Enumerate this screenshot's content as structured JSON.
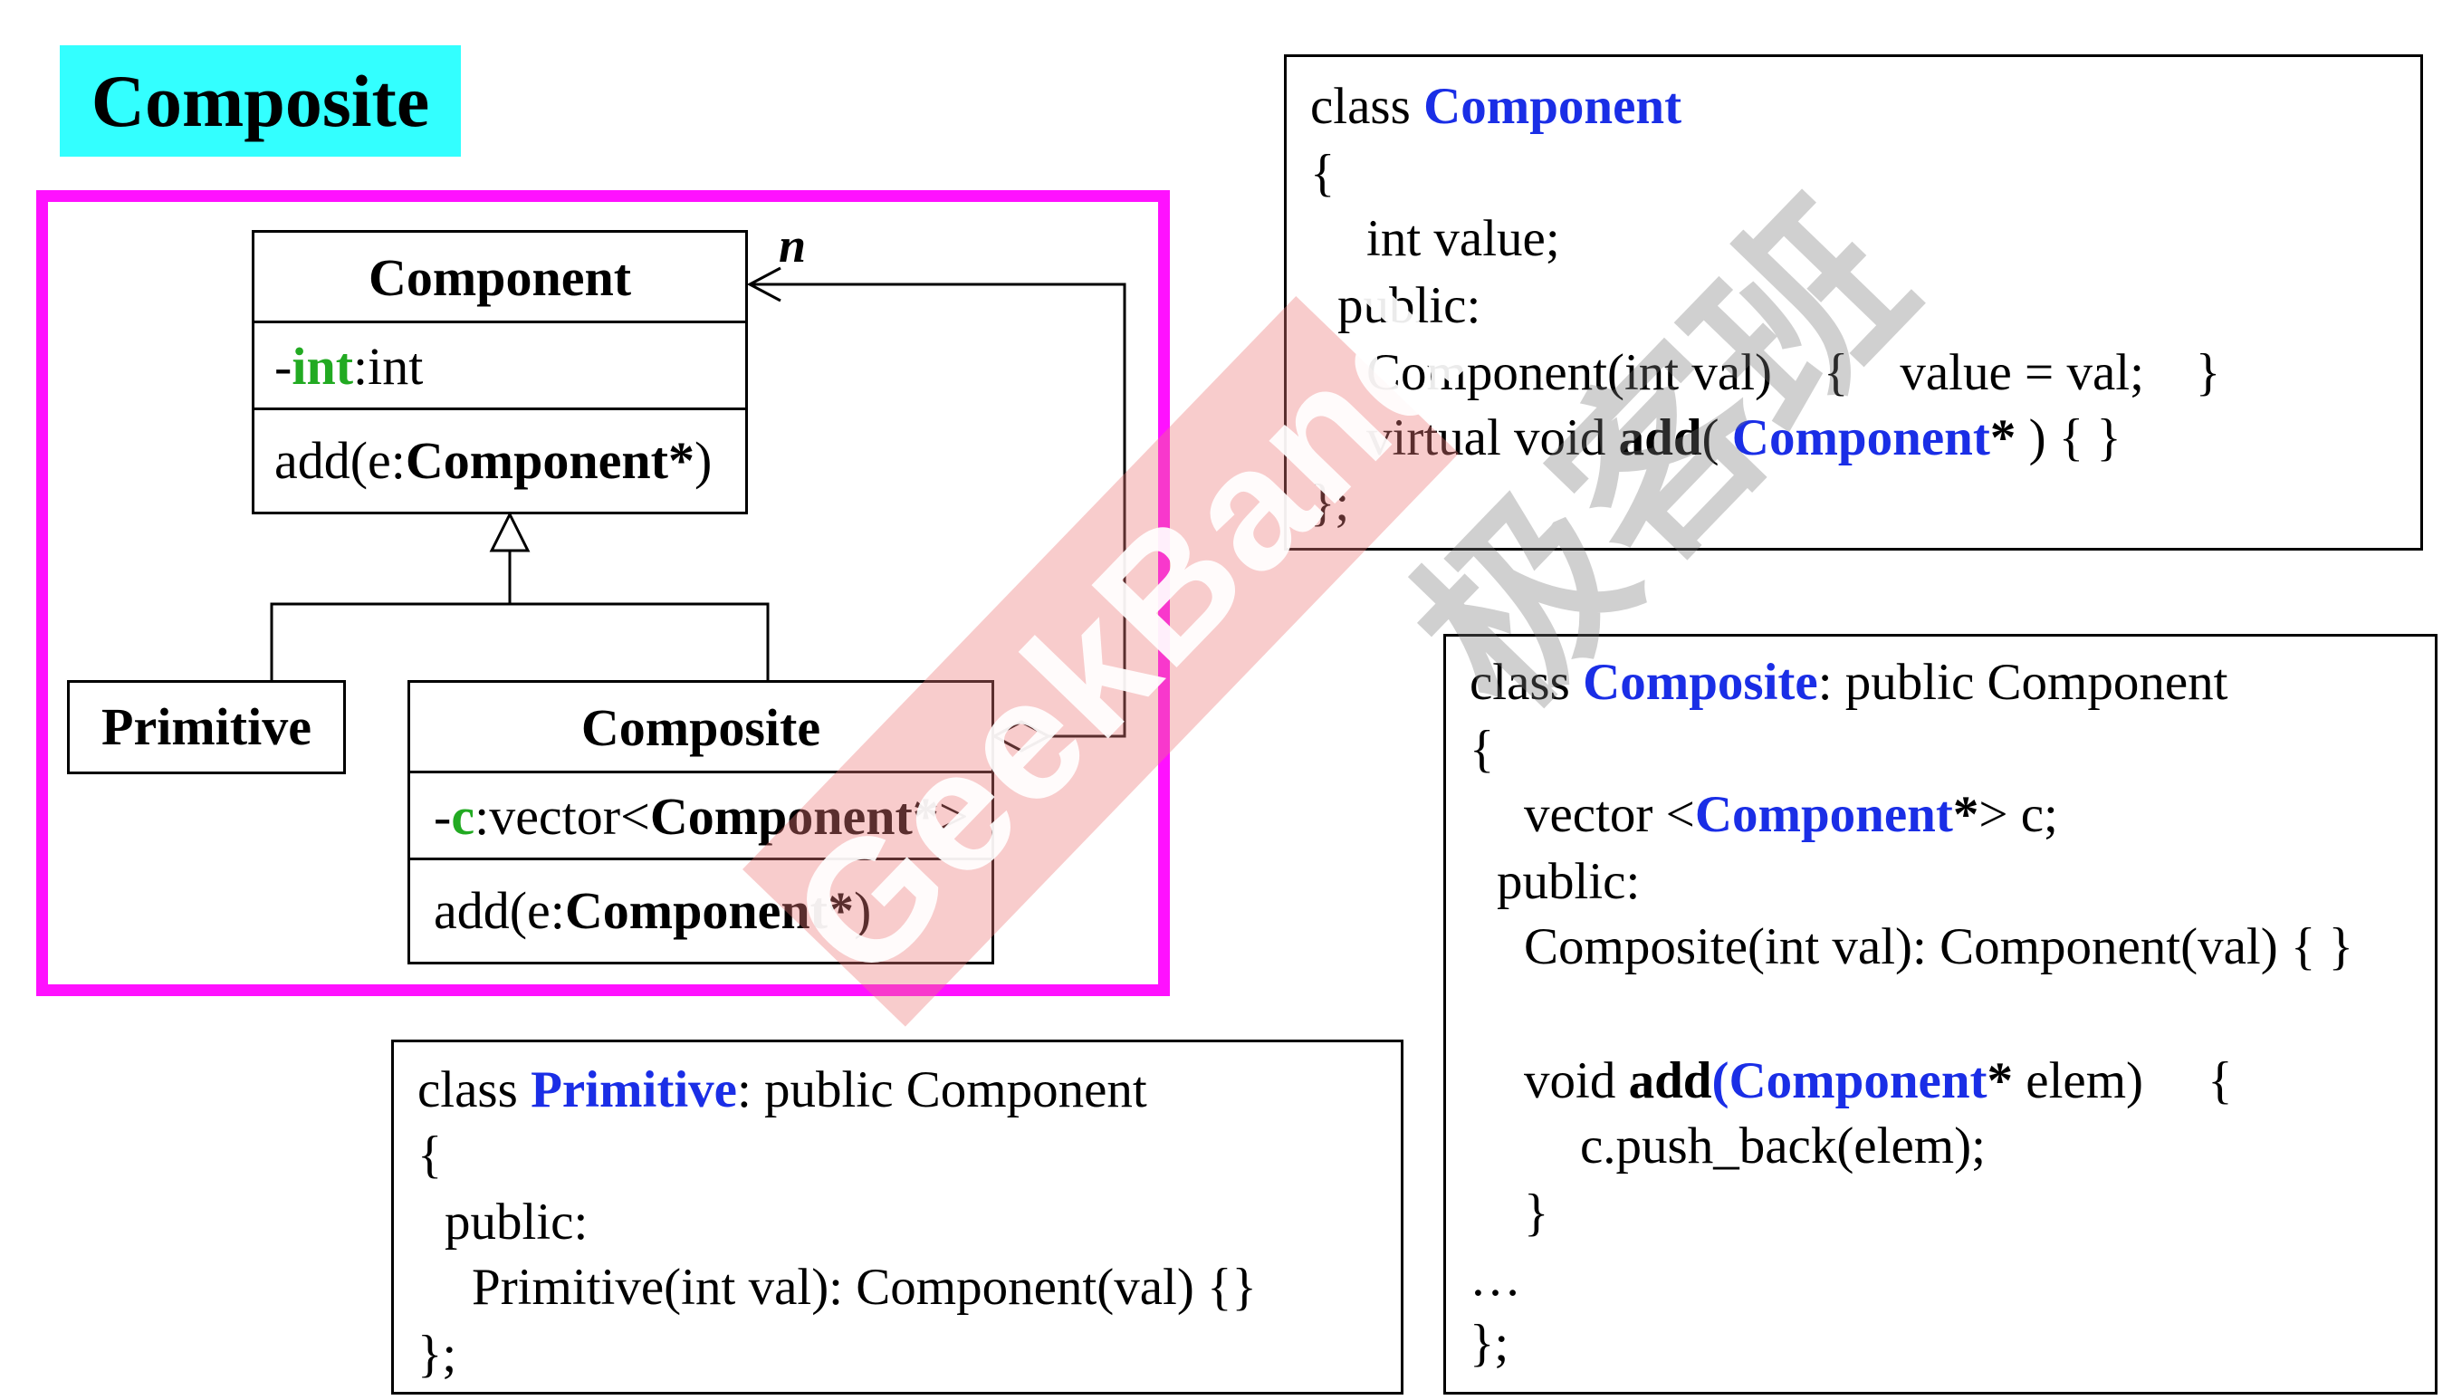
{
  "title": "Composite",
  "uml": {
    "component": {
      "name": "Component",
      "attr_prefix": "-",
      "attr_name": "int",
      "attr_type": ":int",
      "op_prefix": "add(e:",
      "op_type": "Component*",
      "op_suffix": ")"
    },
    "primitive": {
      "name": "Primitive"
    },
    "composite": {
      "name": "Composite",
      "attr_prefix": "-",
      "attr_name": "c",
      "attr_type_prefix": ":vector<",
      "attr_type": "Component*",
      "attr_type_suffix": ">",
      "op_prefix": "add(e:",
      "op_type": "Component*",
      "op_suffix": ")"
    },
    "multiplicity": "n"
  },
  "code": {
    "component": {
      "l1_kw": "class ",
      "l1_name": "Component",
      "l2": "{",
      "l3": "int value;",
      "l4": "public:",
      "l5": "Component(int val)    {    value = val;    }",
      "l6_a": "virtual void ",
      "l6_b": "add",
      "l6_c": "( ",
      "l6_d": "Component",
      "l6_e": "*",
      "l6_f": " ) { }",
      "l7": "};"
    },
    "composite": {
      "l1_kw": "class ",
      "l1_name": "Composite",
      "l1_rest": ": public Component",
      "l2": "{",
      "l3_a": "vector <",
      "l3_b": "Component",
      "l3_c": "*",
      "l3_d": "> c;",
      "l4": "public:",
      "l5": "Composite(int val): Component(val) { }",
      "l6_a": "void ",
      "l6_b": "add",
      "l6_c": "(",
      "l6_d": "Component",
      "l6_e": "*",
      "l6_f": " elem)     {",
      "l7": "c.push_back(elem);",
      "l8": "}",
      "l9": "…",
      "l10": "};"
    },
    "primitive": {
      "l1_kw": "class ",
      "l1_name": "Primitive",
      "l1_rest": ": public Component",
      "l2": "{",
      "l3": "public:",
      "l4": "Primitive(int val): Component(val) {}",
      "l5": "};"
    }
  },
  "watermark": {
    "latin": "GeekBand",
    "cjk": "极客班"
  },
  "colors": {
    "title_bg": "#33ffff",
    "frame": "#ff11ff",
    "keyword_blue": "#1a2ee6",
    "attr_green": "#22aa22"
  }
}
